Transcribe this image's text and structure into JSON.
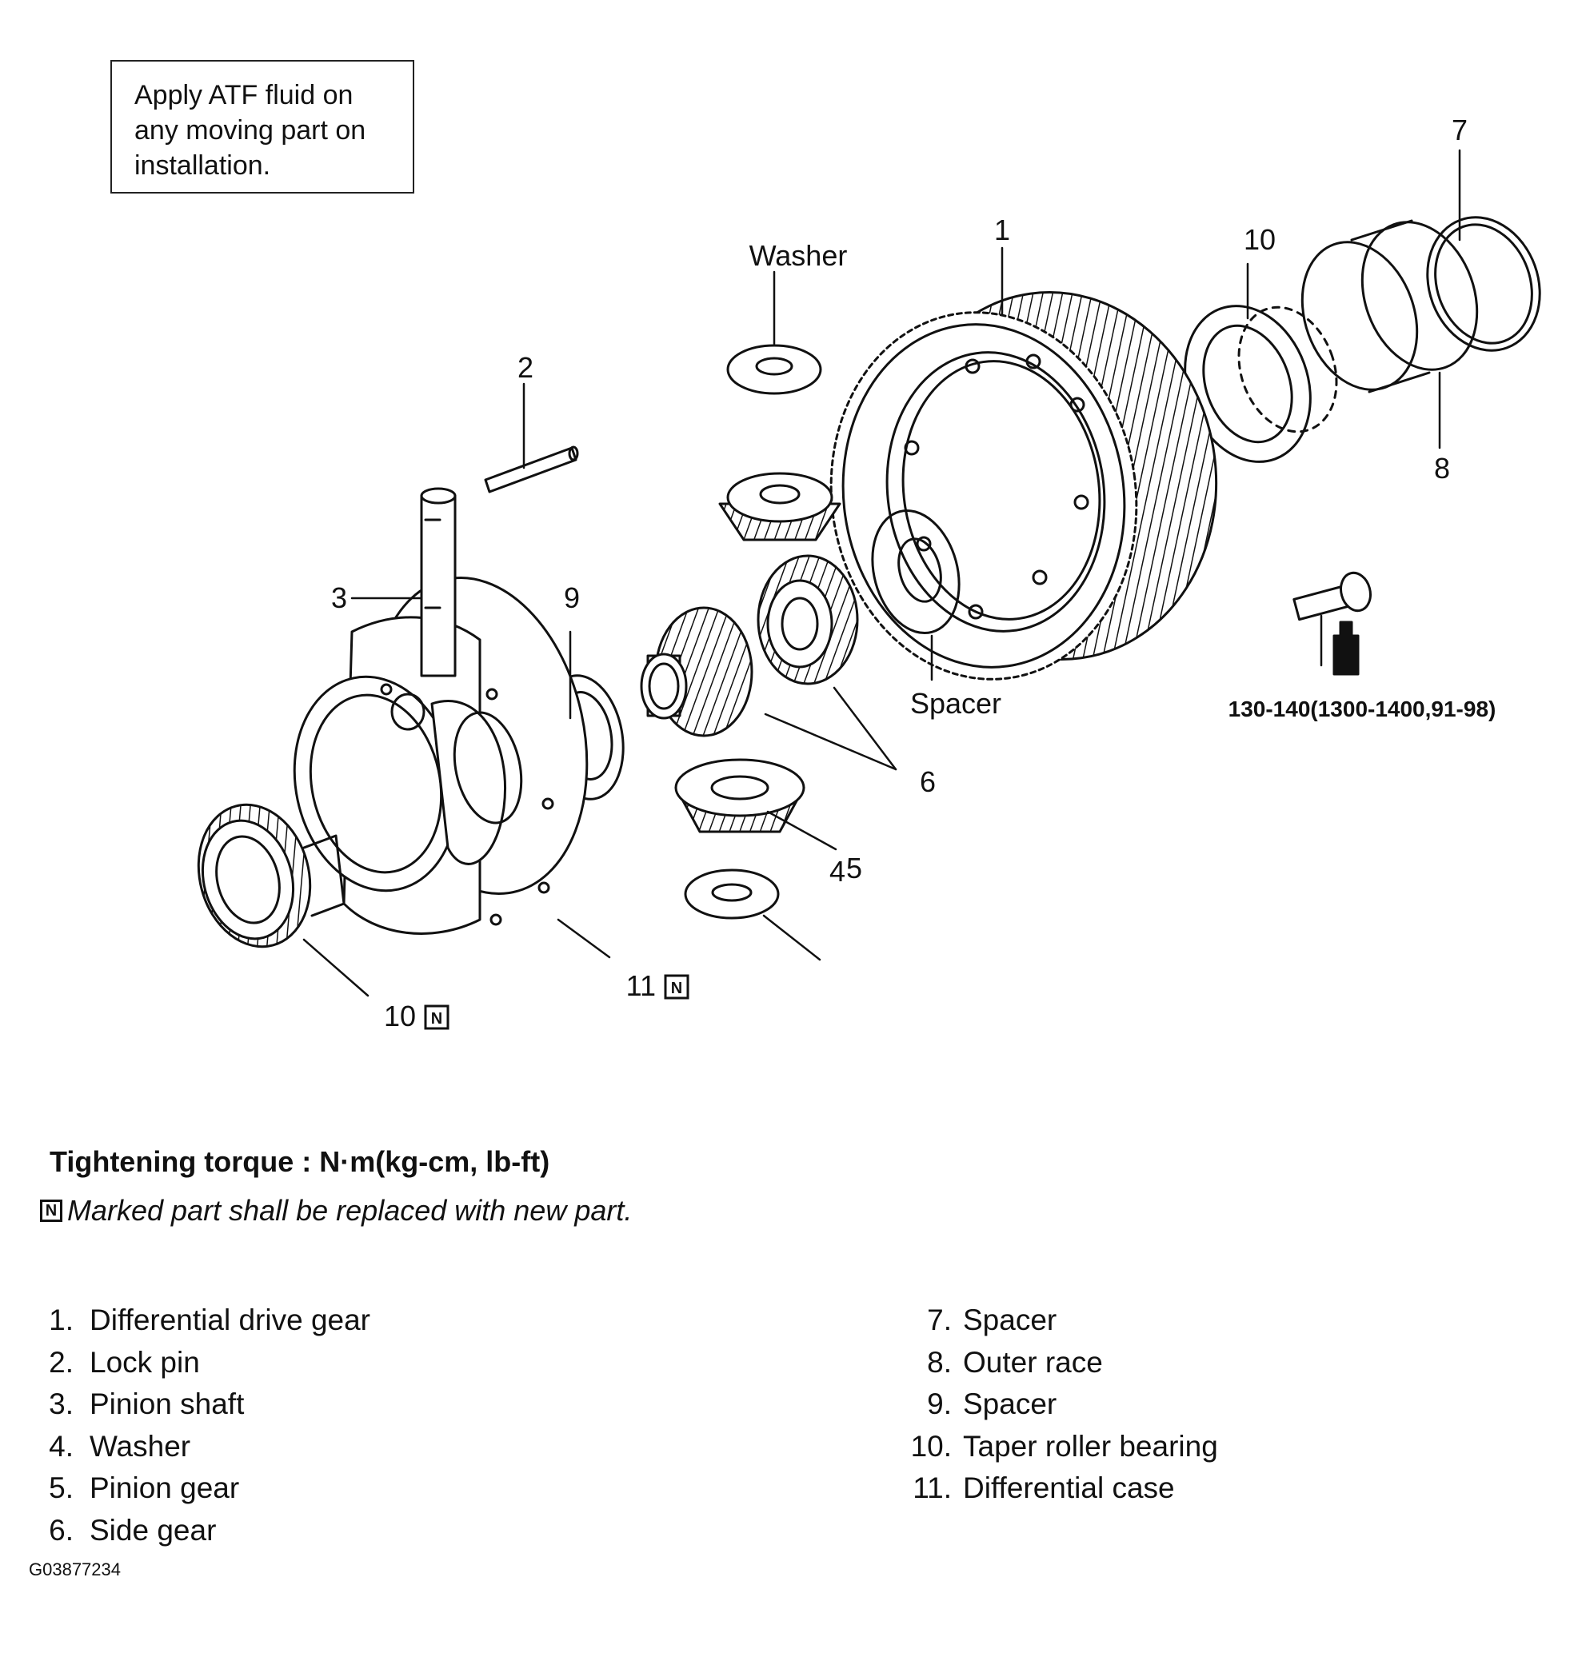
{
  "note": {
    "lines": [
      "Apply ATF fluid on",
      "any moving part on",
      "installation."
    ]
  },
  "callouts": {
    "c1": "1",
    "c2": "2",
    "c3": "3",
    "c4": "4",
    "c5": "5",
    "c6": "6",
    "c7": "7",
    "c8": "8",
    "c9": "9",
    "c10_top": "10",
    "c10_bottom": "10",
    "c11": "11",
    "washer": "Washer",
    "spacer": "Spacer",
    "torque_value": "130-140(1300-1400,91-98)",
    "n_mark": "N"
  },
  "torque_title": "Tightening torque : N·m(kg-cm, lb-ft)",
  "replace_note": "Marked part shall be replaced with new part.",
  "parts_left": [
    {
      "num": "1.",
      "name": "Differential drive gear"
    },
    {
      "num": "2.",
      "name": "Lock pin"
    },
    {
      "num": "3.",
      "name": "Pinion shaft"
    },
    {
      "num": "4.",
      "name": "Washer"
    },
    {
      "num": "5.",
      "name": "Pinion gear"
    },
    {
      "num": "6.",
      "name": "Side gear"
    }
  ],
  "parts_right": [
    {
      "num": "7.",
      "name": "Spacer"
    },
    {
      "num": "8.",
      "name": "Outer race"
    },
    {
      "num": "9.",
      "name": "Spacer"
    },
    {
      "num": "10.",
      "name": "Taper roller bearing"
    },
    {
      "num": "11.",
      "name": "Differential case"
    }
  ],
  "figure_id": "G03877234"
}
